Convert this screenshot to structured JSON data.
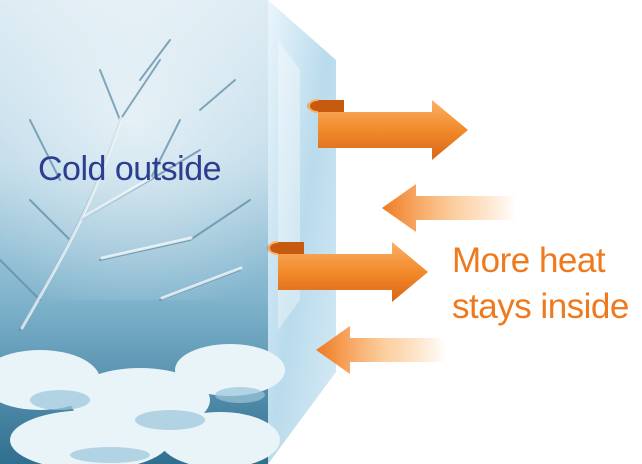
{
  "labels": {
    "outside": "Cold outside",
    "inside_line1": "More heat",
    "inside_line2": "stays inside"
  },
  "colors": {
    "outside_text": "#2b3e8f",
    "inside_text": "#ef7a1e",
    "arrow": "#f28a2a",
    "arrow_dark": "#c85a10",
    "glass": "#cfe6f2"
  },
  "arrows": [
    {
      "name": "outgoing-curled-arrow-top",
      "direction": "right"
    },
    {
      "name": "reflected-arrow-upper",
      "direction": "left"
    },
    {
      "name": "outgoing-curled-arrow-bottom",
      "direction": "right"
    },
    {
      "name": "reflected-arrow-lower",
      "direction": "left"
    }
  ]
}
